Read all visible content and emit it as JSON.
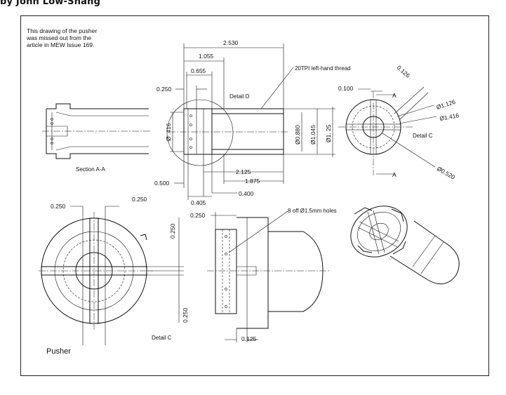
{
  "byline": "by John Low-Shang",
  "note": [
    "This drawing of the pusher",
    "was missed out from the",
    "article in MEW Issue 169."
  ],
  "views": {
    "section_aa": "Section A-A",
    "detail_d": "Detail D",
    "detail_c_top": "Detail C",
    "detail_c_bottom": "Detail C",
    "pusher": "Pusher"
  },
  "section_letters": {
    "a_top": "A",
    "a_bottom": "A"
  },
  "callouts": {
    "thread": "20TPI left-hand thread",
    "holes": "8 off Ø1.5mm holes"
  },
  "dims": {
    "d2530": "2.530",
    "d1055": "1.055",
    "d0655": "0.655",
    "d0250_left": "0.250",
    "d416": "Ø .416",
    "d0500": "0.500",
    "d0405": "0.405",
    "d0400": "0.400",
    "d2125": "2.125",
    "d1875": "1.875",
    "d0880": "Ø0.880",
    "d1045": "Ø1.045",
    "d125": "Ø1. 25",
    "dc0100": "0.100",
    "dc0126": "0.126",
    "dc1126": "Ø1.126",
    "dc1416": "Ø1.416",
    "dc0520": "Ø0.520",
    "p0250_a": "0.250",
    "p0250_b": "0.250",
    "p0250_v1": "0.250",
    "p0250_v2": "0.250",
    "s0250": "0.250",
    "s0125": "0.125"
  }
}
